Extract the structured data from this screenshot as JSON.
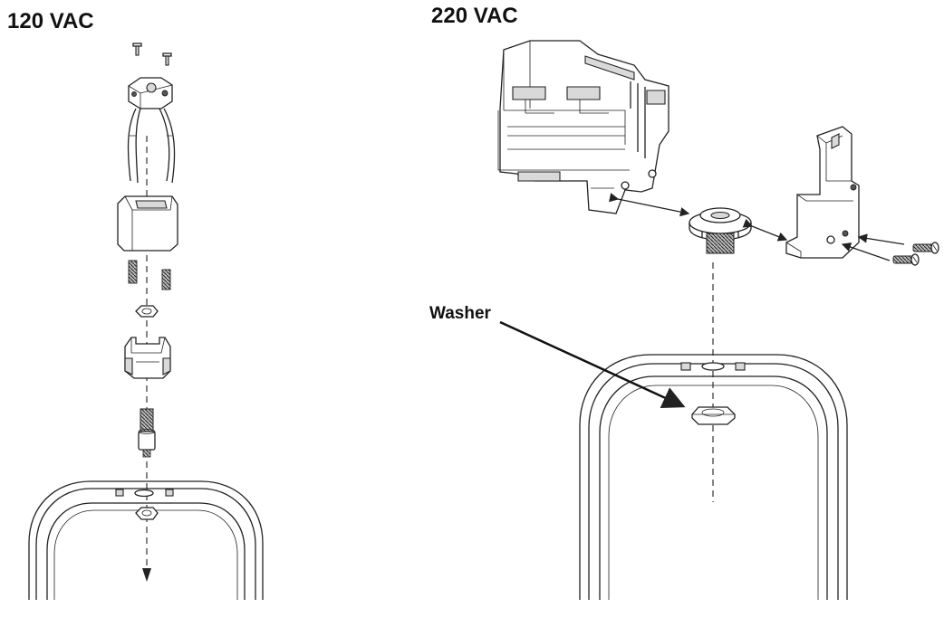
{
  "headings": {
    "left": "120 VAC",
    "right": "220 VAC"
  },
  "callouts": {
    "washer": "Washer"
  }
}
